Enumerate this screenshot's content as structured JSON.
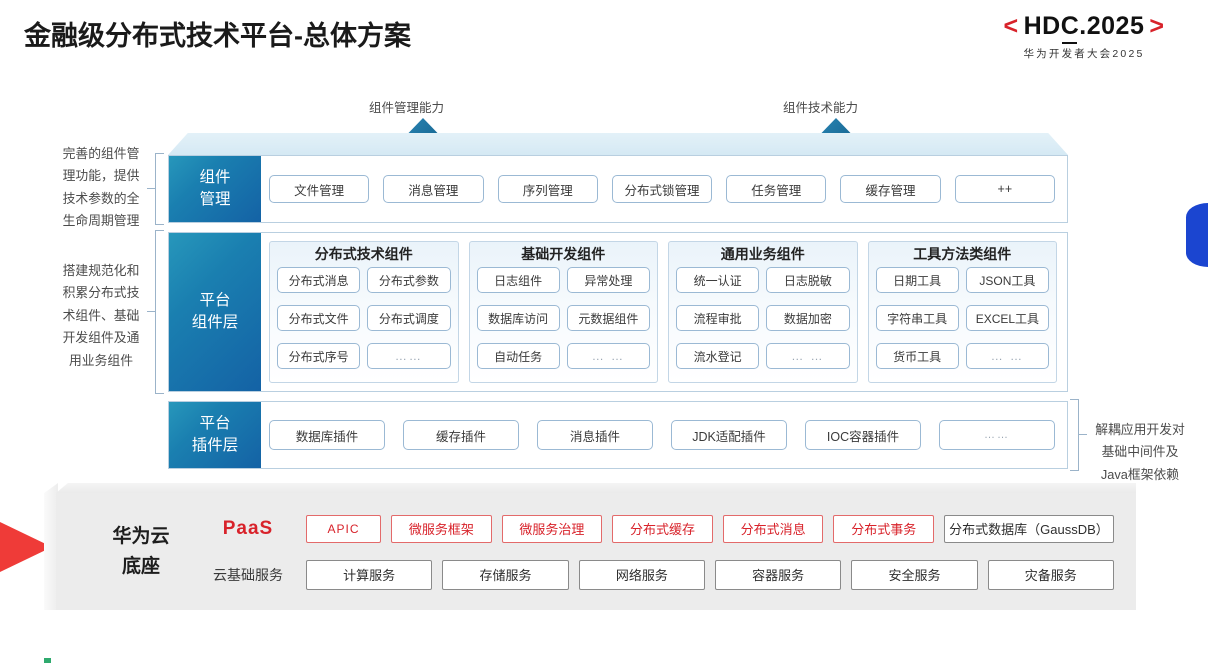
{
  "header": {
    "title": "金融级分布式技术平台-总体方案",
    "logo": {
      "left_bracket": "<",
      "main": "HDC.2025",
      "right_bracket": ">",
      "subtitle": "华为开发者大会2025"
    }
  },
  "arrows": [
    {
      "label": "组件管理能力"
    },
    {
      "label": "组件技术能力"
    }
  ],
  "notes": {
    "left_top": "完善的组件管\n理功能，提供\n技术参数的全\n生命周期管理",
    "left_bottom": "搭建规范化和\n积累分布式技\n术组件、基础\n开发组件及通\n用业务组件",
    "right": "解耦应用开发对\n基础中间件及\nJava框架依赖"
  },
  "layers": {
    "component_management": {
      "label": "组件\n管理",
      "chips": [
        "文件管理",
        "消息管理",
        "序列管理",
        "分布式锁管理",
        "任务管理",
        "缓存管理",
        "++"
      ]
    },
    "platform_component": {
      "label": "平台\n组件层",
      "groups": [
        {
          "title": "分布式技术组件",
          "items": [
            "分布式消息",
            "分布式参数",
            "分布式文件",
            "分布式调度",
            "分布式序号",
            "……"
          ]
        },
        {
          "title": "基础开发组件",
          "items": [
            "日志组件",
            "异常处理",
            "数据库访问",
            "元数据组件",
            "自动任务",
            "… …"
          ]
        },
        {
          "title": "通用业务组件",
          "items": [
            "统一认证",
            "日志脱敏",
            "流程审批",
            "数据加密",
            "流水登记",
            "… …"
          ]
        },
        {
          "title": "工具方法类组件",
          "items": [
            "日期工具",
            "JSON工具",
            "字符串工具",
            "EXCEL工具",
            "货币工具",
            "… …"
          ]
        }
      ]
    },
    "platform_plugin": {
      "label": "平台\n插件层",
      "chips": [
        "数据库插件",
        "缓存插件",
        "消息插件",
        "JDK适配插件",
        "IOC容器插件",
        "……"
      ]
    }
  },
  "base": {
    "title": "华为云\n底座",
    "rows": [
      {
        "label": "PaaS",
        "style": "paas",
        "items": [
          {
            "text": "APIC",
            "style": "red",
            "flex": 1.0
          },
          {
            "text": "微服务框架",
            "style": "red",
            "flex": 1.35
          },
          {
            "text": "微服务治理",
            "style": "red",
            "flex": 1.35
          },
          {
            "text": "分布式缓存",
            "style": "red",
            "flex": 1.35
          },
          {
            "text": "分布式消息",
            "style": "red",
            "flex": 1.35
          },
          {
            "text": "分布式事务",
            "style": "red",
            "flex": 1.35
          },
          {
            "text": "分布式数据库（GaussDB）",
            "style": "gray",
            "flex": 2.3
          }
        ]
      },
      {
        "label": "云基础服务",
        "style": "cloud",
        "items": [
          {
            "text": "计算服务",
            "style": "gray",
            "flex": 1
          },
          {
            "text": "存储服务",
            "style": "gray",
            "flex": 1
          },
          {
            "text": "网络服务",
            "style": "gray",
            "flex": 1
          },
          {
            "text": "容器服务",
            "style": "gray",
            "flex": 1
          },
          {
            "text": "安全服务",
            "style": "gray",
            "flex": 1
          },
          {
            "text": "灾备服务",
            "style": "gray",
            "flex": 1
          }
        ]
      }
    ]
  },
  "colors": {
    "accent_red": "#d8222a",
    "accent_blue": "#1462a5",
    "teal": "#2797bb",
    "panel_border": "#b9cfe0"
  }
}
